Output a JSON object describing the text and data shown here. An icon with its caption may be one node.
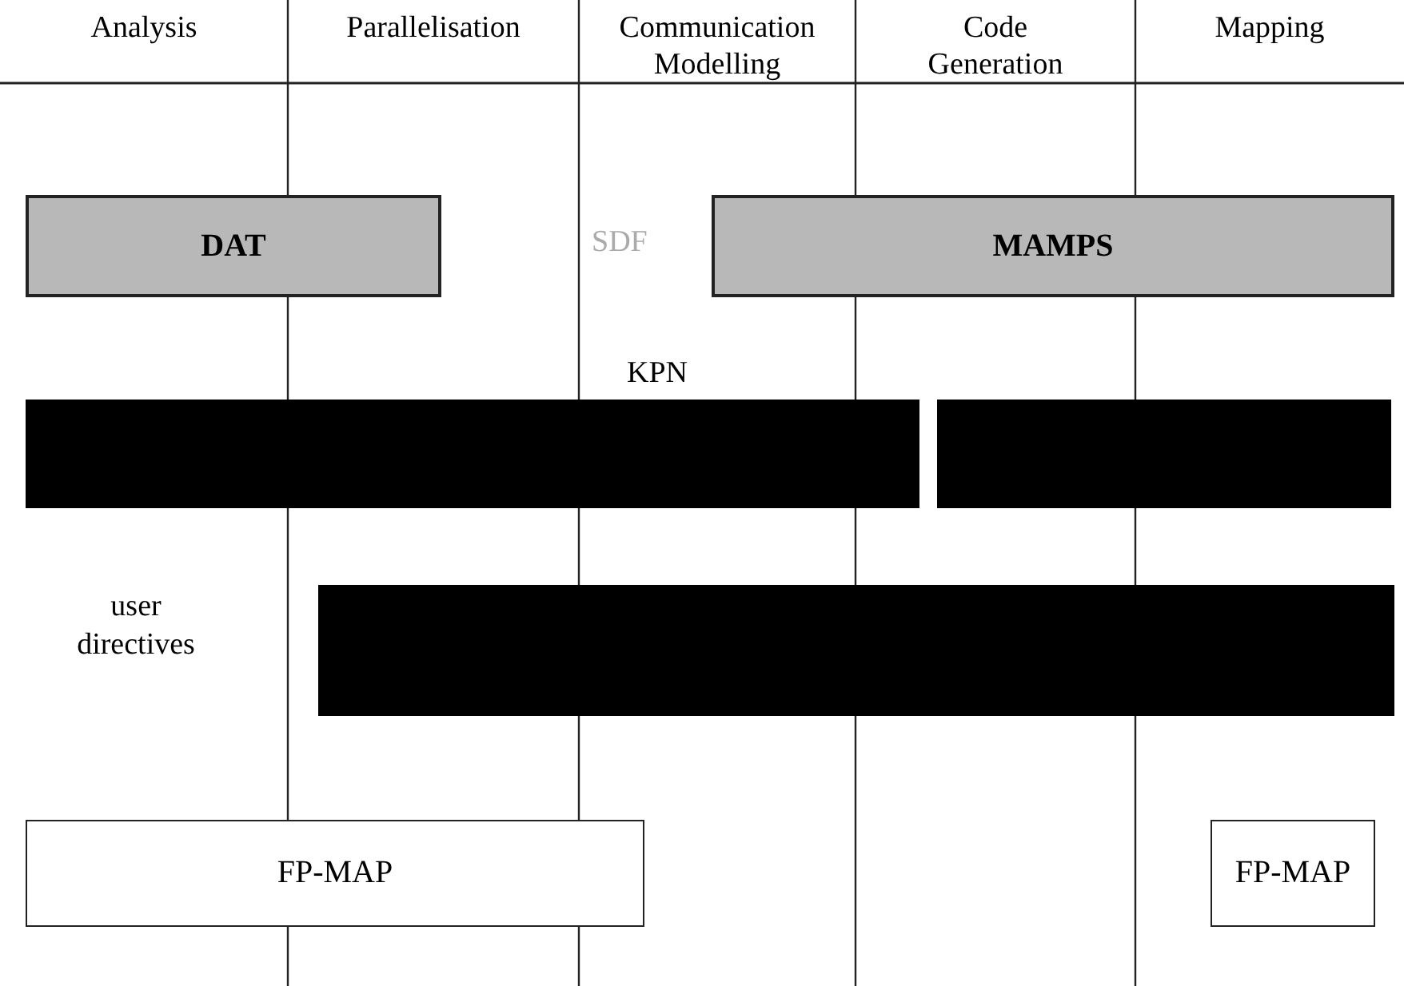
{
  "diagram": {
    "nodes": [
      {
        "text": [
          "DAT"
        ]
      },
      {
        "text": [
          "MAMPS"
        ]
      },
      {
        "text": [],
        "shape": "bar"
      },
      {
        "text": [],
        "shape": "bar"
      },
      {
        "text": [],
        "shape": "bar"
      },
      {
        "text": [
          "FP-MAP"
        ]
      },
      {
        "text": [
          "FP-MAP"
        ]
      }
    ],
    "edges": [],
    "labels": [
      "Analysis",
      "Parallelisation",
      "Communication Modelling",
      "Code Generation",
      "Mapping",
      "SDF",
      "KPN",
      "user directives"
    ]
  }
}
